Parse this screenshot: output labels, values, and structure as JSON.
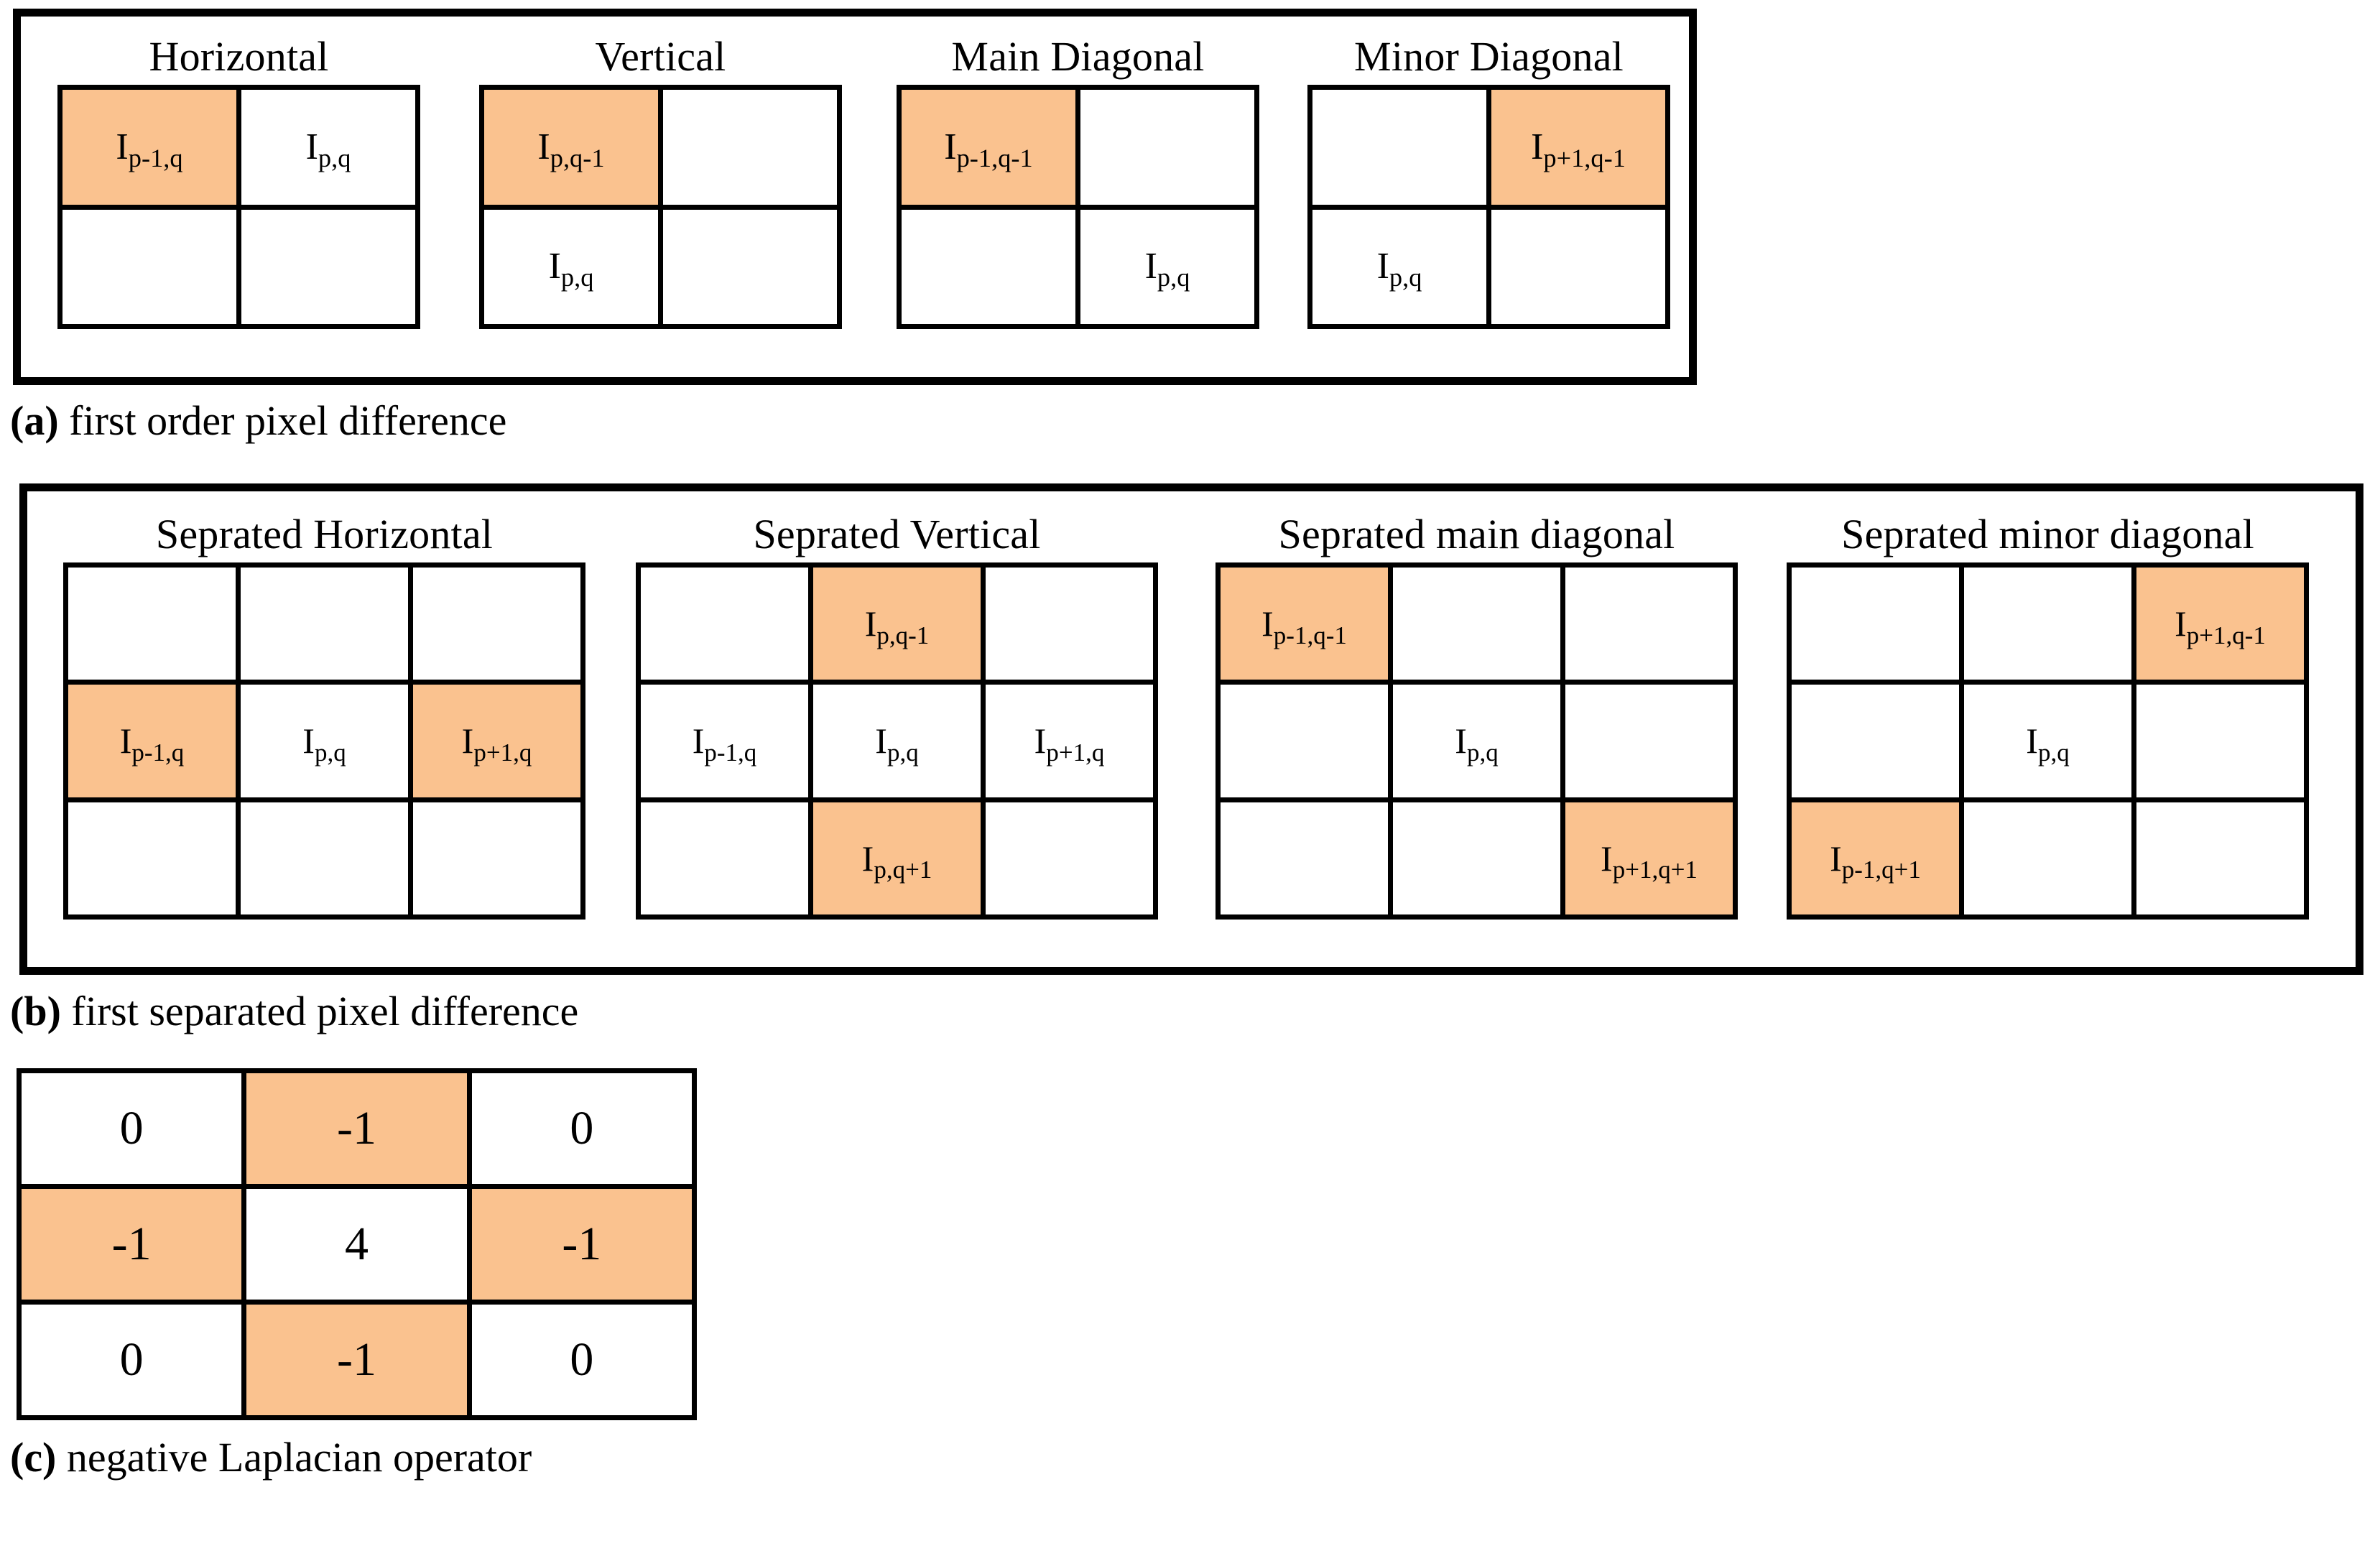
{
  "figure": {
    "colors": {
      "highlight": "#fac28f",
      "line": "#000000",
      "background": "#ffffff"
    }
  },
  "panel_a": {
    "caption_marker": "(a)",
    "caption_text": " first order pixel difference",
    "groups": [
      {
        "title": "Horizontal",
        "rows": 2,
        "cols": 2,
        "cells": [
          {
            "base": "I",
            "sub": "p-1,q",
            "highlight": true
          },
          {
            "base": "",
            "sub": "",
            "text": "I",
            "sub2": "p,q",
            "highlight": false
          },
          {
            "base": "",
            "sub": "",
            "highlight": false
          },
          {
            "base": "",
            "sub": "",
            "highlight": false
          }
        ]
      },
      {
        "title": "Vertical",
        "rows": 2,
        "cols": 2,
        "cells": []
      },
      {
        "title": "Main Diagonal",
        "rows": 2,
        "cols": 2,
        "cells": []
      },
      {
        "title": "Minor Diagonal",
        "rows": 2,
        "cols": 2,
        "cells": []
      }
    ],
    "grids": [
      {
        "title": "Horizontal",
        "cells": [
          {
            "base": "I",
            "sub": "p-1,q",
            "highlight": true
          },
          {
            "base": "I",
            "sub": "p,q",
            "highlight": false
          },
          {
            "base": "",
            "sub": "",
            "highlight": false
          },
          {
            "base": "",
            "sub": "",
            "highlight": false
          }
        ]
      },
      {
        "title": "Vertical",
        "cells": [
          {
            "base": "I",
            "sub": "p,q-1",
            "highlight": true
          },
          {
            "base": "",
            "sub": "",
            "highlight": false
          },
          {
            "base": "I",
            "sub": "p,q",
            "highlight": false
          },
          {
            "base": "",
            "sub": "",
            "highlight": false
          }
        ]
      },
      {
        "title": "Main Diagonal",
        "cells": [
          {
            "base": "I",
            "sub": "p-1,q-1",
            "highlight": true
          },
          {
            "base": "",
            "sub": "",
            "highlight": false
          },
          {
            "base": "",
            "sub": "",
            "highlight": false
          },
          {
            "base": "I",
            "sub": "p,q",
            "highlight": false
          }
        ]
      },
      {
        "title": "Minor Diagonal",
        "cells": [
          {
            "base": "",
            "sub": "",
            "highlight": false
          },
          {
            "base": "I",
            "sub": "p+1,q-1",
            "highlight": true
          },
          {
            "base": "I",
            "sub": "p,q",
            "highlight": false
          },
          {
            "base": "",
            "sub": "",
            "highlight": false
          }
        ]
      }
    ]
  },
  "panel_b": {
    "caption_marker": "(b)",
    "caption_text": " first separated pixel difference",
    "grids": [
      {
        "title": "Seprated Horizontal",
        "cells": [
          {
            "base": "",
            "sub": "",
            "highlight": false
          },
          {
            "base": "",
            "sub": "",
            "highlight": false
          },
          {
            "base": "",
            "sub": "",
            "highlight": false
          },
          {
            "base": "I",
            "sub": "p-1,q",
            "highlight": true
          },
          {
            "base": "I",
            "sub": "p,q",
            "highlight": false
          },
          {
            "base": "I",
            "sub": "p+1,q",
            "highlight": true
          },
          {
            "base": "",
            "sub": "",
            "highlight": false
          },
          {
            "base": "",
            "sub": "",
            "highlight": false
          },
          {
            "base": "",
            "sub": "",
            "highlight": false
          }
        ]
      },
      {
        "title": "Seprated Vertical",
        "cells": [
          {
            "base": "",
            "sub": "",
            "highlight": false
          },
          {
            "base": "I",
            "sub": "p,q-1",
            "highlight": true
          },
          {
            "base": "",
            "sub": "",
            "highlight": false
          },
          {
            "base": "I",
            "sub": "p-1,q",
            "highlight": false
          },
          {
            "base": "I",
            "sub": "p,q",
            "highlight": false
          },
          {
            "base": "I",
            "sub": "p+1,q",
            "highlight": false
          },
          {
            "base": "",
            "sub": "",
            "highlight": false
          },
          {
            "base": "I",
            "sub": "p,q+1",
            "highlight": true
          },
          {
            "base": "",
            "sub": "",
            "highlight": false
          }
        ]
      },
      {
        "title": "Seprated main diagonal",
        "cells": [
          {
            "base": "I",
            "sub": "p-1,q-1",
            "highlight": true
          },
          {
            "base": "",
            "sub": "",
            "highlight": false
          },
          {
            "base": "",
            "sub": "",
            "highlight": false
          },
          {
            "base": "",
            "sub": "",
            "highlight": false
          },
          {
            "base": "I",
            "sub": "p,q",
            "highlight": false
          },
          {
            "base": "",
            "sub": "",
            "highlight": false
          },
          {
            "base": "",
            "sub": "",
            "highlight": false
          },
          {
            "base": "",
            "sub": "",
            "highlight": false
          },
          {
            "base": "I",
            "sub": "p+1,q+1",
            "highlight": true
          }
        ]
      },
      {
        "title": "Seprated minor diagonal",
        "cells": [
          {
            "base": "",
            "sub": "",
            "highlight": false
          },
          {
            "base": "",
            "sub": "",
            "highlight": false
          },
          {
            "base": "I",
            "sub": "p+1,q-1",
            "highlight": true
          },
          {
            "base": "",
            "sub": "",
            "highlight": false
          },
          {
            "base": "I",
            "sub": "p,q",
            "highlight": false
          },
          {
            "base": "",
            "sub": "",
            "highlight": false
          },
          {
            "base": "I",
            "sub": "p-1,q+1",
            "highlight": true
          },
          {
            "base": "",
            "sub": "",
            "highlight": false
          },
          {
            "base": "",
            "sub": "",
            "highlight": false
          }
        ]
      }
    ]
  },
  "panel_c": {
    "caption_marker": "(c)",
    "caption_text": " negative Laplacian operator",
    "kernel": {
      "rows": 3,
      "cols": 3,
      "values": [
        [
          "0",
          "-1",
          "0"
        ],
        [
          "-1",
          "4",
          "-1"
        ],
        [
          "0",
          "-1",
          "0"
        ]
      ],
      "highlight": [
        [
          false,
          true,
          false
        ],
        [
          true,
          false,
          true
        ],
        [
          false,
          true,
          false
        ]
      ]
    }
  }
}
